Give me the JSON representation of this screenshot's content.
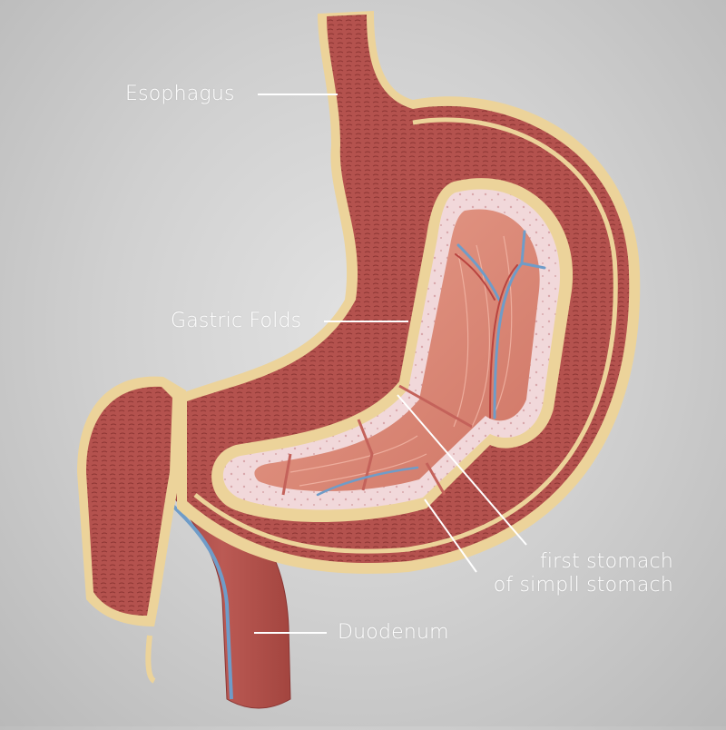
{
  "diagram": {
    "subject": "stomach cross-section",
    "labels": {
      "esophagus": "Esophagus",
      "gastric_folds": "Gastric Folds",
      "first_stomach_line1": "first stomach",
      "first_stomach_line2": "of simpll stomach",
      "duodenum": "Duodenum"
    },
    "colors": {
      "background": "#cfcfcf",
      "muscle": "#b2534f",
      "muscle_dark": "#8f3a38",
      "serosa": "#ecd39a",
      "mucosa_pink": "#f0d6d8",
      "folds": "#e0927f",
      "vessel_blue": "#6f9cc8",
      "label_text": "#ffffff"
    }
  }
}
